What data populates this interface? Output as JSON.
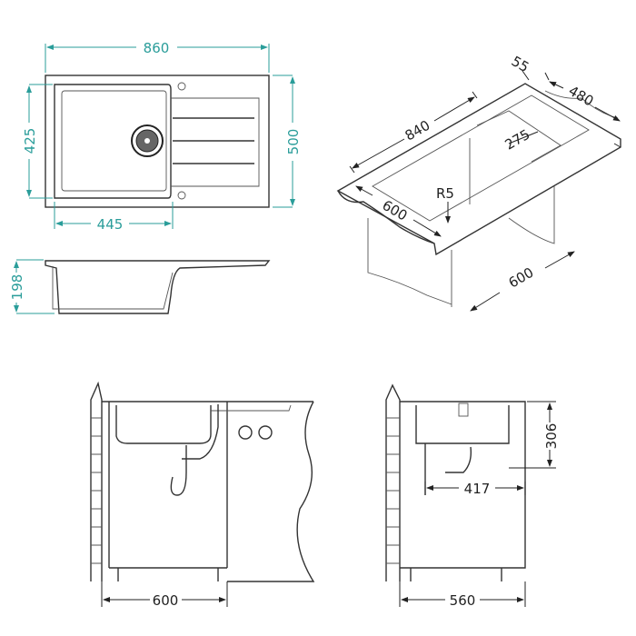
{
  "title": "Kitchen sink technical drawing",
  "colors": {
    "dimension": "#2a9d9a",
    "line": "#333333"
  },
  "top_view": {
    "width": "860",
    "depth": "500",
    "bowl_depth": "425",
    "bowl_width": "445"
  },
  "side_view": {
    "height": "198"
  },
  "cutout_view": {
    "margin": "55",
    "cutout_depth": "480",
    "cutout_length": "840",
    "bowl_offset": "275",
    "radius": "R5",
    "counter_depth": "600",
    "cabinet_depth": "600"
  },
  "front_install": {
    "cabinet_width": "600"
  },
  "side_install": {
    "cabinet_width": "560",
    "sink_depth": "306",
    "drain_offset": "417"
  }
}
